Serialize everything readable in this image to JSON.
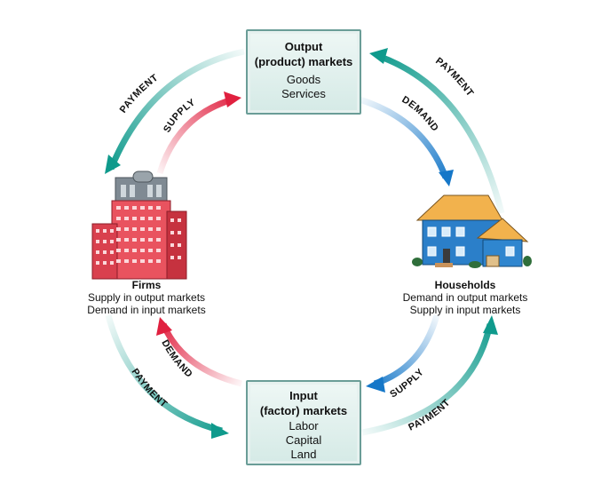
{
  "output_market": {
    "title_line1": "Output",
    "title_line2": "(product) markets",
    "items": [
      "Goods",
      "Services"
    ]
  },
  "input_market": {
    "title_line1": "Input",
    "title_line2": "(factor) markets",
    "items": [
      "Labor",
      "Capital",
      "Land"
    ]
  },
  "firms": {
    "title": "Firms",
    "line1": "Supply in output markets",
    "line2": "Demand in input markets"
  },
  "households": {
    "title": "Households",
    "line1": "Demand in output markets",
    "line2": "Supply in input markets"
  },
  "flows": {
    "payment_top_left": "PAYMENT",
    "supply_top_left": "SUPPLY",
    "payment_top_right": "PAYMENT",
    "demand_top_right": "DEMAND",
    "demand_bottom_left": "DEMAND",
    "payment_bottom_left": "PAYMENT",
    "supply_bottom_right": "SUPPLY",
    "payment_bottom_right": "PAYMENT"
  },
  "colors": {
    "payment": "#0f9a8c",
    "supply_red": "#e0203f",
    "demand_blue": "#1577c8",
    "box_border": "#6a9d97"
  }
}
